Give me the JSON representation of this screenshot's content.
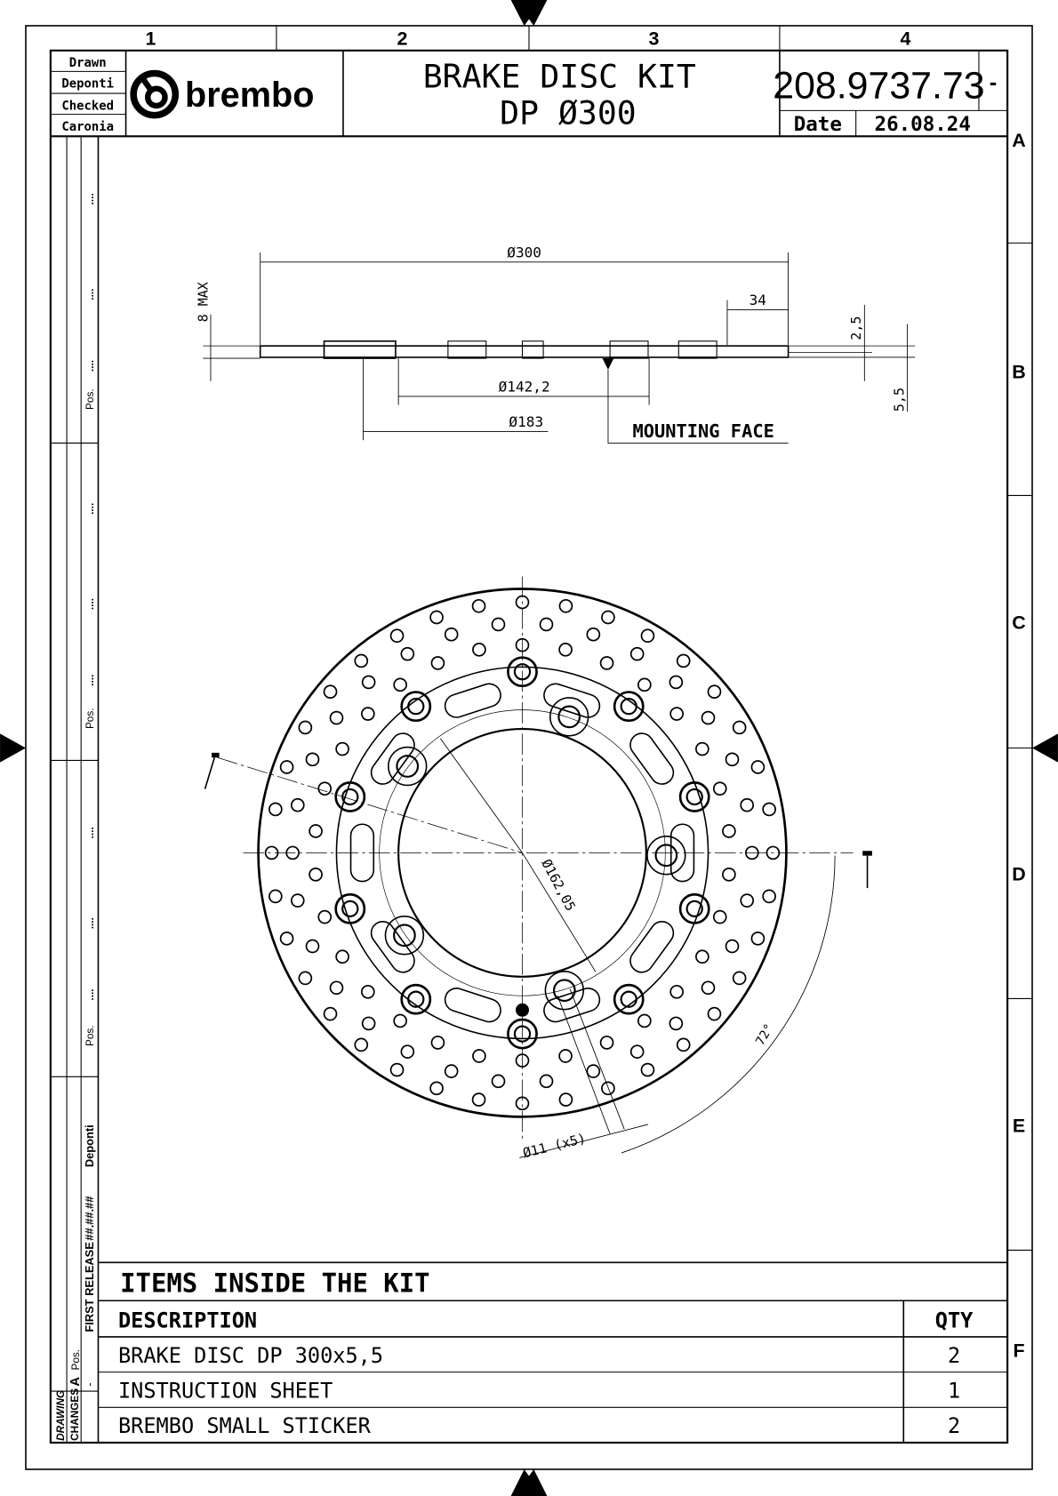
{
  "frame": {
    "columns": [
      "1",
      "2",
      "3",
      "4"
    ],
    "rows": [
      "A",
      "B",
      "C",
      "D",
      "E",
      "F"
    ]
  },
  "title_block": {
    "drawn_label": "Drawn",
    "drawn_by": "Deponti",
    "checked_label": "Checked",
    "checked_by": "Caronia",
    "logo_text": "brembo",
    "title_line1": "BRAKE DISC KIT",
    "title_line2": "DP Ø300",
    "part_number": "208.9737.73",
    "revision": "-",
    "date_label": "Date",
    "date": "26.08.24"
  },
  "revision_strip": {
    "pos_label": "Pos.",
    "dots": ".....",
    "drawn_by": "Deponti",
    "release": "FIRST RELEASE",
    "release_date": "##.##.##",
    "revision_letter": "A",
    "dash": "-",
    "changes_label_1": "DRAWING",
    "changes_label_2": "CHANGES"
  },
  "dimensions": {
    "outer_diameter": "Ø300",
    "max_thickness": "8 MAX",
    "band_width": "34",
    "offset": "2,5",
    "thickness": "5,5",
    "inner_diameter": "Ø142,2",
    "pcd_outer": "Ø183",
    "mounting_face": "MOUNTING FACE",
    "bolt_circle": "Ø162,05",
    "bolt_holes": "Ø11 (x5)",
    "angle": "72°"
  },
  "kit_table": {
    "title": "ITEMS INSIDE THE KIT",
    "headers": [
      "DESCRIPTION",
      "QTY"
    ],
    "rows": [
      {
        "description": "BRAKE DISC DP 300x5,5",
        "qty": "2"
      },
      {
        "description": "INSTRUCTION SHEET",
        "qty": "1"
      },
      {
        "description": "BREMBO SMALL STICKER",
        "qty": "2"
      }
    ]
  }
}
